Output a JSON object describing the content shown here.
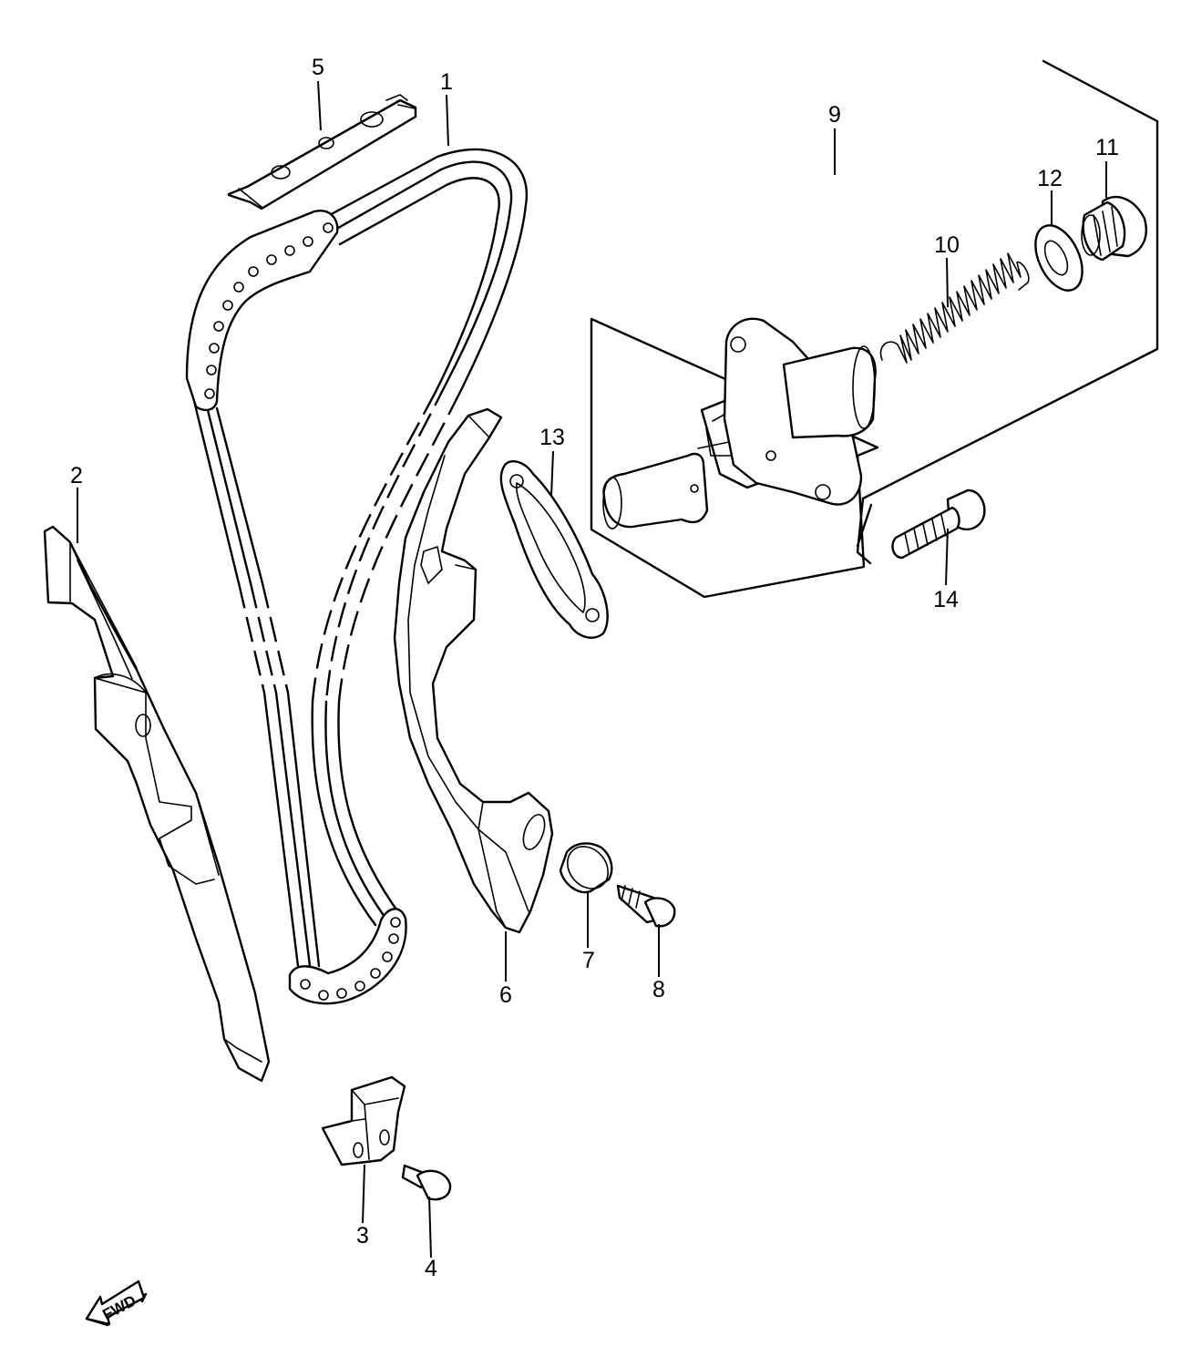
{
  "callouts": [
    "1",
    "2",
    "3",
    "4",
    "5",
    "6",
    "7",
    "8",
    "9",
    "10",
    "11",
    "12",
    "13",
    "14"
  ],
  "parts": [
    {
      "no": "1",
      "icon": "timing-chain-icon"
    },
    {
      "no": "2",
      "icon": "chain-guide-icon"
    },
    {
      "no": "3",
      "icon": "guide-stopper-icon"
    },
    {
      "no": "4",
      "icon": "bolt-icon"
    },
    {
      "no": "5",
      "icon": "chain-guide-top-icon"
    },
    {
      "no": "6",
      "icon": "tensioner-arm-icon"
    },
    {
      "no": "7",
      "icon": "bushing-icon"
    },
    {
      "no": "8",
      "icon": "bolt-icon"
    },
    {
      "no": "9",
      "icon": "tensioner-adjuster-assembly-icon"
    },
    {
      "no": "10",
      "icon": "spring-icon"
    },
    {
      "no": "11",
      "icon": "plug-bolt-icon"
    },
    {
      "no": "12",
      "icon": "gasket-washer-icon"
    },
    {
      "no": "13",
      "icon": "gasket-icon"
    },
    {
      "no": "14",
      "icon": "bolt-icon"
    }
  ],
  "fwd_label": "FWD"
}
